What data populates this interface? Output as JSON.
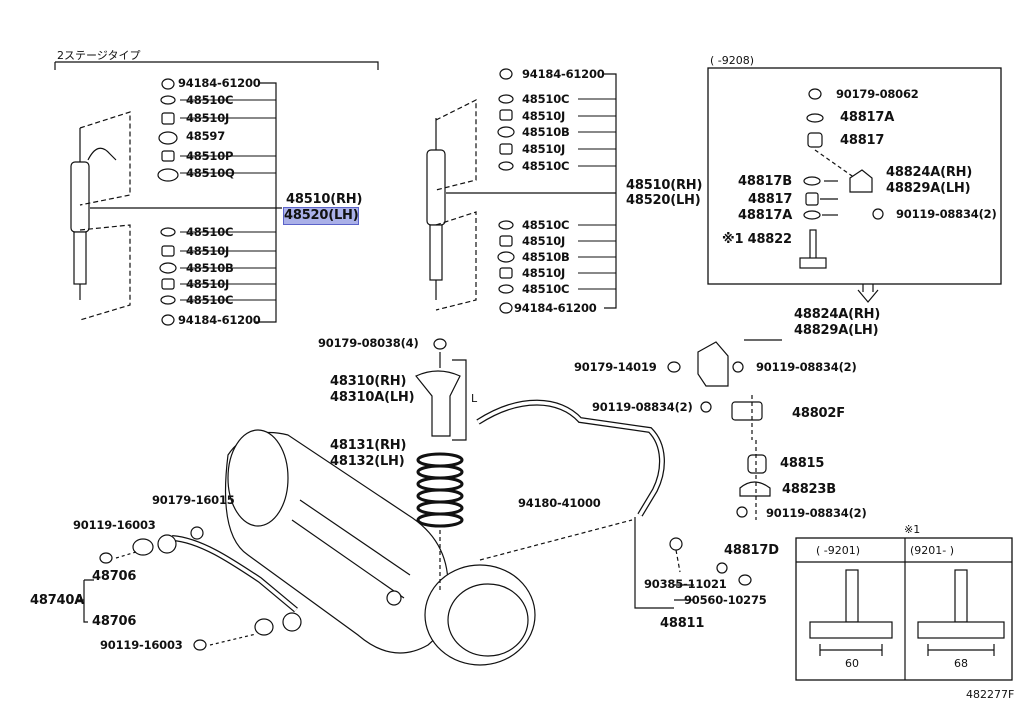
{
  "diagram_id": "482277F",
  "top_left_note": "2ステージタイプ",
  "detail_box_title": "(      -9208)",
  "left_group": {
    "parts_top": [
      "94184-61200",
      "48510C",
      "48510J",
      "48597",
      "48510P",
      "48510Q"
    ],
    "part_rh": "48510(RH)",
    "part_lh": "48520(LH)",
    "parts_bottom": [
      "48510C",
      "48510J",
      "48510B",
      "48510J",
      "48510C",
      "94184-61200"
    ]
  },
  "mid_group": {
    "parts_top": [
      "94184-61200",
      "48510C",
      "48510J",
      "48510B",
      "48510J",
      "48510C"
    ],
    "part_rh": "48510(RH)",
    "part_lh": "48520(LH)",
    "parts_bottom": [
      "48510C",
      "48510J",
      "48510B",
      "48510J",
      "48510C",
      "94184-61200"
    ]
  },
  "detail_box": {
    "parts": [
      "90179-08062",
      "48817A",
      "48817",
      "48824A(RH)",
      "48829A(LH)",
      "48817B",
      "48817",
      "48817A",
      "90119-08834(2)",
      "※1 48822"
    ]
  },
  "right_parts": {
    "bracket_rh": "48824A(RH)",
    "bracket_lh": "48829A(LH)",
    "bolt_a": "90179-14019",
    "bolt_b": "90119-08834(2)",
    "bolt_c": "90119-08834(2)",
    "link": "48802F",
    "bushing": "48815",
    "bracket": "48823B",
    "bolt_d": "90119-08834(2)",
    "item_48817D": "48817D",
    "item_90385": "90385-11021",
    "item_90560": "90560-10275",
    "item_48811": "48811",
    "item_94180": "94180-41000"
  },
  "center_parts": {
    "nut": "90179-08038(4)",
    "bumper_rh": "48310(RH)",
    "bumper_lh": "48310A(LH)",
    "spring_rh": "48131(RH)",
    "spring_lh": "48132(LH)",
    "dim_label": "L"
  },
  "lower_left_parts": {
    "bolt_top": "90179-16015",
    "bolt_a": "90119-16003",
    "bushing_a": "48706",
    "arm": "48740A",
    "bushing_b": "48706",
    "bolt_b": "90119-16003"
  },
  "ref_box": {
    "mark": "※1",
    "col_a": "(      -9201)",
    "col_b": "(9201-      )",
    "dim_a": "60",
    "dim_b": "68"
  }
}
